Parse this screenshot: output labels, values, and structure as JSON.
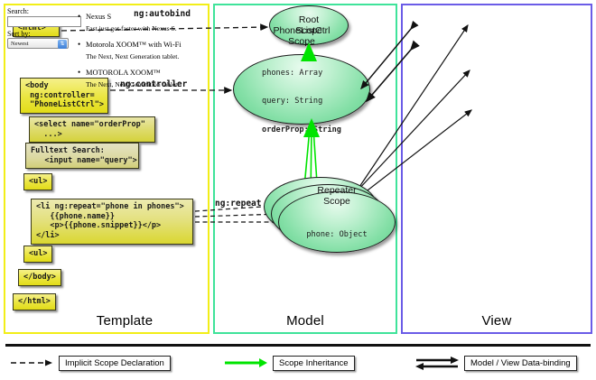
{
  "panels": {
    "template": {
      "title": "Template",
      "border_color": "#f2ee18"
    },
    "model": {
      "title": "Model",
      "border_color": "#3fe39a"
    },
    "view": {
      "title": "View",
      "border_color": "#6b5ce7"
    }
  },
  "template_boxes": [
    {
      "id": "html-open",
      "text": "<html>"
    },
    {
      "id": "body-open",
      "text": "<body\n ng:controller=\n \"PhoneListCtrl\">"
    },
    {
      "id": "select",
      "text": "<select name=\"orderProp\"\n  ...>"
    },
    {
      "id": "fulltext",
      "text": "Fulltext Search:\n   <input name=\"query\">"
    },
    {
      "id": "ul-open",
      "text": "<ul>"
    },
    {
      "id": "li-repeat",
      "text": "<li ng:repeat=\"phone in phones\">\n   {{phone.name}}\n   <p>{{phone.snippet}}</p>\n</li>"
    },
    {
      "id": "ul-close",
      "text": "<ul>"
    },
    {
      "id": "body-close",
      "text": "</body>"
    },
    {
      "id": "html-close",
      "text": "</html>"
    }
  ],
  "connectors": {
    "autobind": "ng:autobind",
    "controller": "ng:controller",
    "repeat": "ng:repeat"
  },
  "scopes": {
    "root": {
      "title_line1": "Root",
      "title_line2": "Scope",
      "props": ""
    },
    "phonelist": {
      "title_line1": "PhoneListCtrl",
      "title_line2": "Scope",
      "prop_phones": "phones: Array",
      "prop_query": "query: String",
      "prop_orderprop": "orderProp: String"
    },
    "repeater": {
      "title_line1": "Repeater",
      "title_line2": "Scope",
      "prop_phone": "phone: Object"
    }
  },
  "view": {
    "search_label": "Search:",
    "search_value": "",
    "sortby_label": "Sort by:",
    "sort_selected": "Newest",
    "phones": [
      {
        "name": "Nexus S",
        "snippet": "Fast just got faster with Nexus S."
      },
      {
        "name": "Motorola XOOM™  with Wi-Fi",
        "snippet": "The Next, Next Generation tablet."
      },
      {
        "name": "MOTOROLA XOOM™",
        "snippet": "The Next, Next Generation tablet."
      }
    ]
  },
  "legend": [
    {
      "id": "implicit-scope",
      "label": "Implicit Scope Declaration",
      "style": "dashed-arrow",
      "color": "#111111"
    },
    {
      "id": "scope-inherit",
      "label": "Scope Inheritance",
      "style": "green-arrow",
      "color": "#00e400"
    },
    {
      "id": "data-binding",
      "label": "Model / View Data-binding",
      "style": "double-arrow",
      "color": "#111111"
    }
  ]
}
